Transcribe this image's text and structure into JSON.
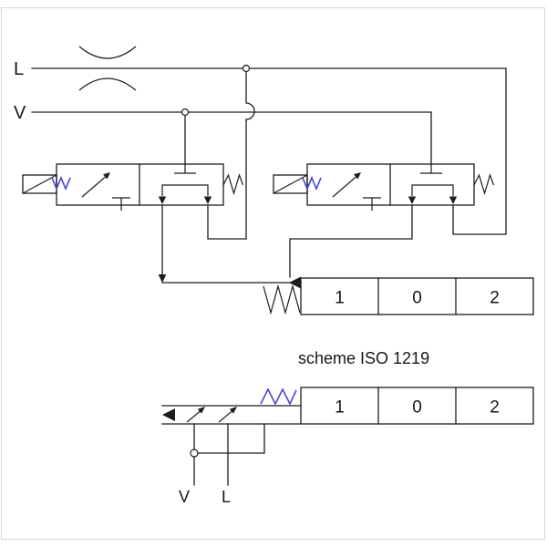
{
  "page": {
    "background": "#ffffff",
    "border_color": "#d8d8d8"
  },
  "labels": {
    "supply_line_l": "L",
    "supply_line_v": "V",
    "caption": "scheme ISO 1219",
    "port_v": "V",
    "port_l": "L"
  },
  "position_bars": {
    "top": {
      "cells": [
        "1",
        "0",
        "2"
      ]
    },
    "bottom": {
      "cells": [
        "1",
        "0",
        "2"
      ]
    }
  },
  "colors": {
    "line": "#1c1c1c",
    "spring_blue": "#4747c8"
  }
}
